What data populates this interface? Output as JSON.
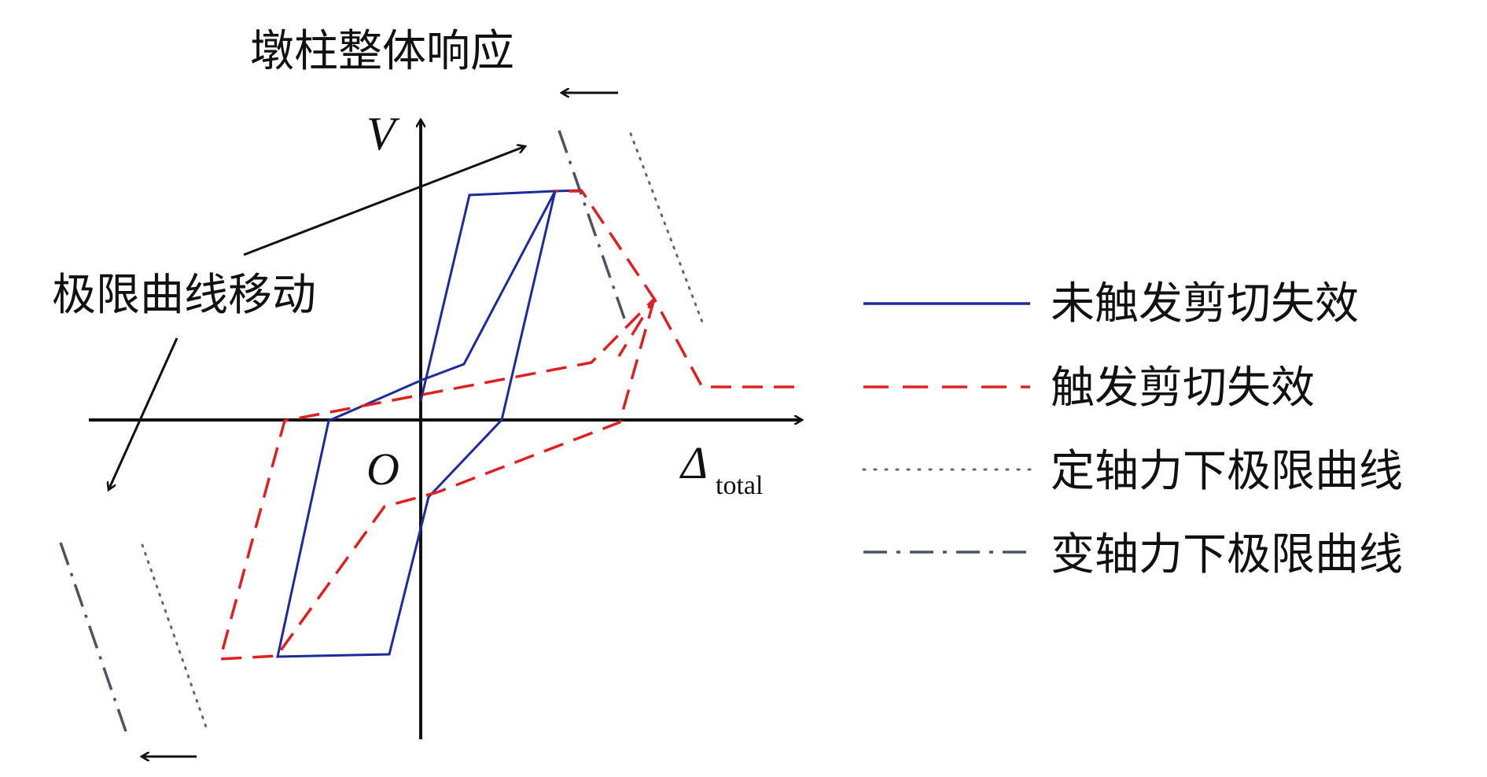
{
  "title": "墩柱整体响应",
  "annotation": "极限曲线移动",
  "axes": {
    "y_label": "V",
    "x_label_main": "Δ",
    "x_label_sub": "total",
    "origin_label": "O"
  },
  "legend": [
    {
      "label": "未触发剪切失效",
      "style": "solid",
      "color": "#1f2a9c"
    },
    {
      "label": "触发剪切失效",
      "style": "dashed",
      "color": "#e02020"
    },
    {
      "label": "定轴力下极限曲线",
      "style": "dotted",
      "color": "#666666"
    },
    {
      "label": "变轴力下极限曲线",
      "style": "dash-dot",
      "color": "#4a5560"
    }
  ],
  "colors": {
    "axis": "#111111",
    "blue": "#1f2a9c",
    "red": "#e02020",
    "dotted": "#666666",
    "dashdot": "#4a5560"
  }
}
